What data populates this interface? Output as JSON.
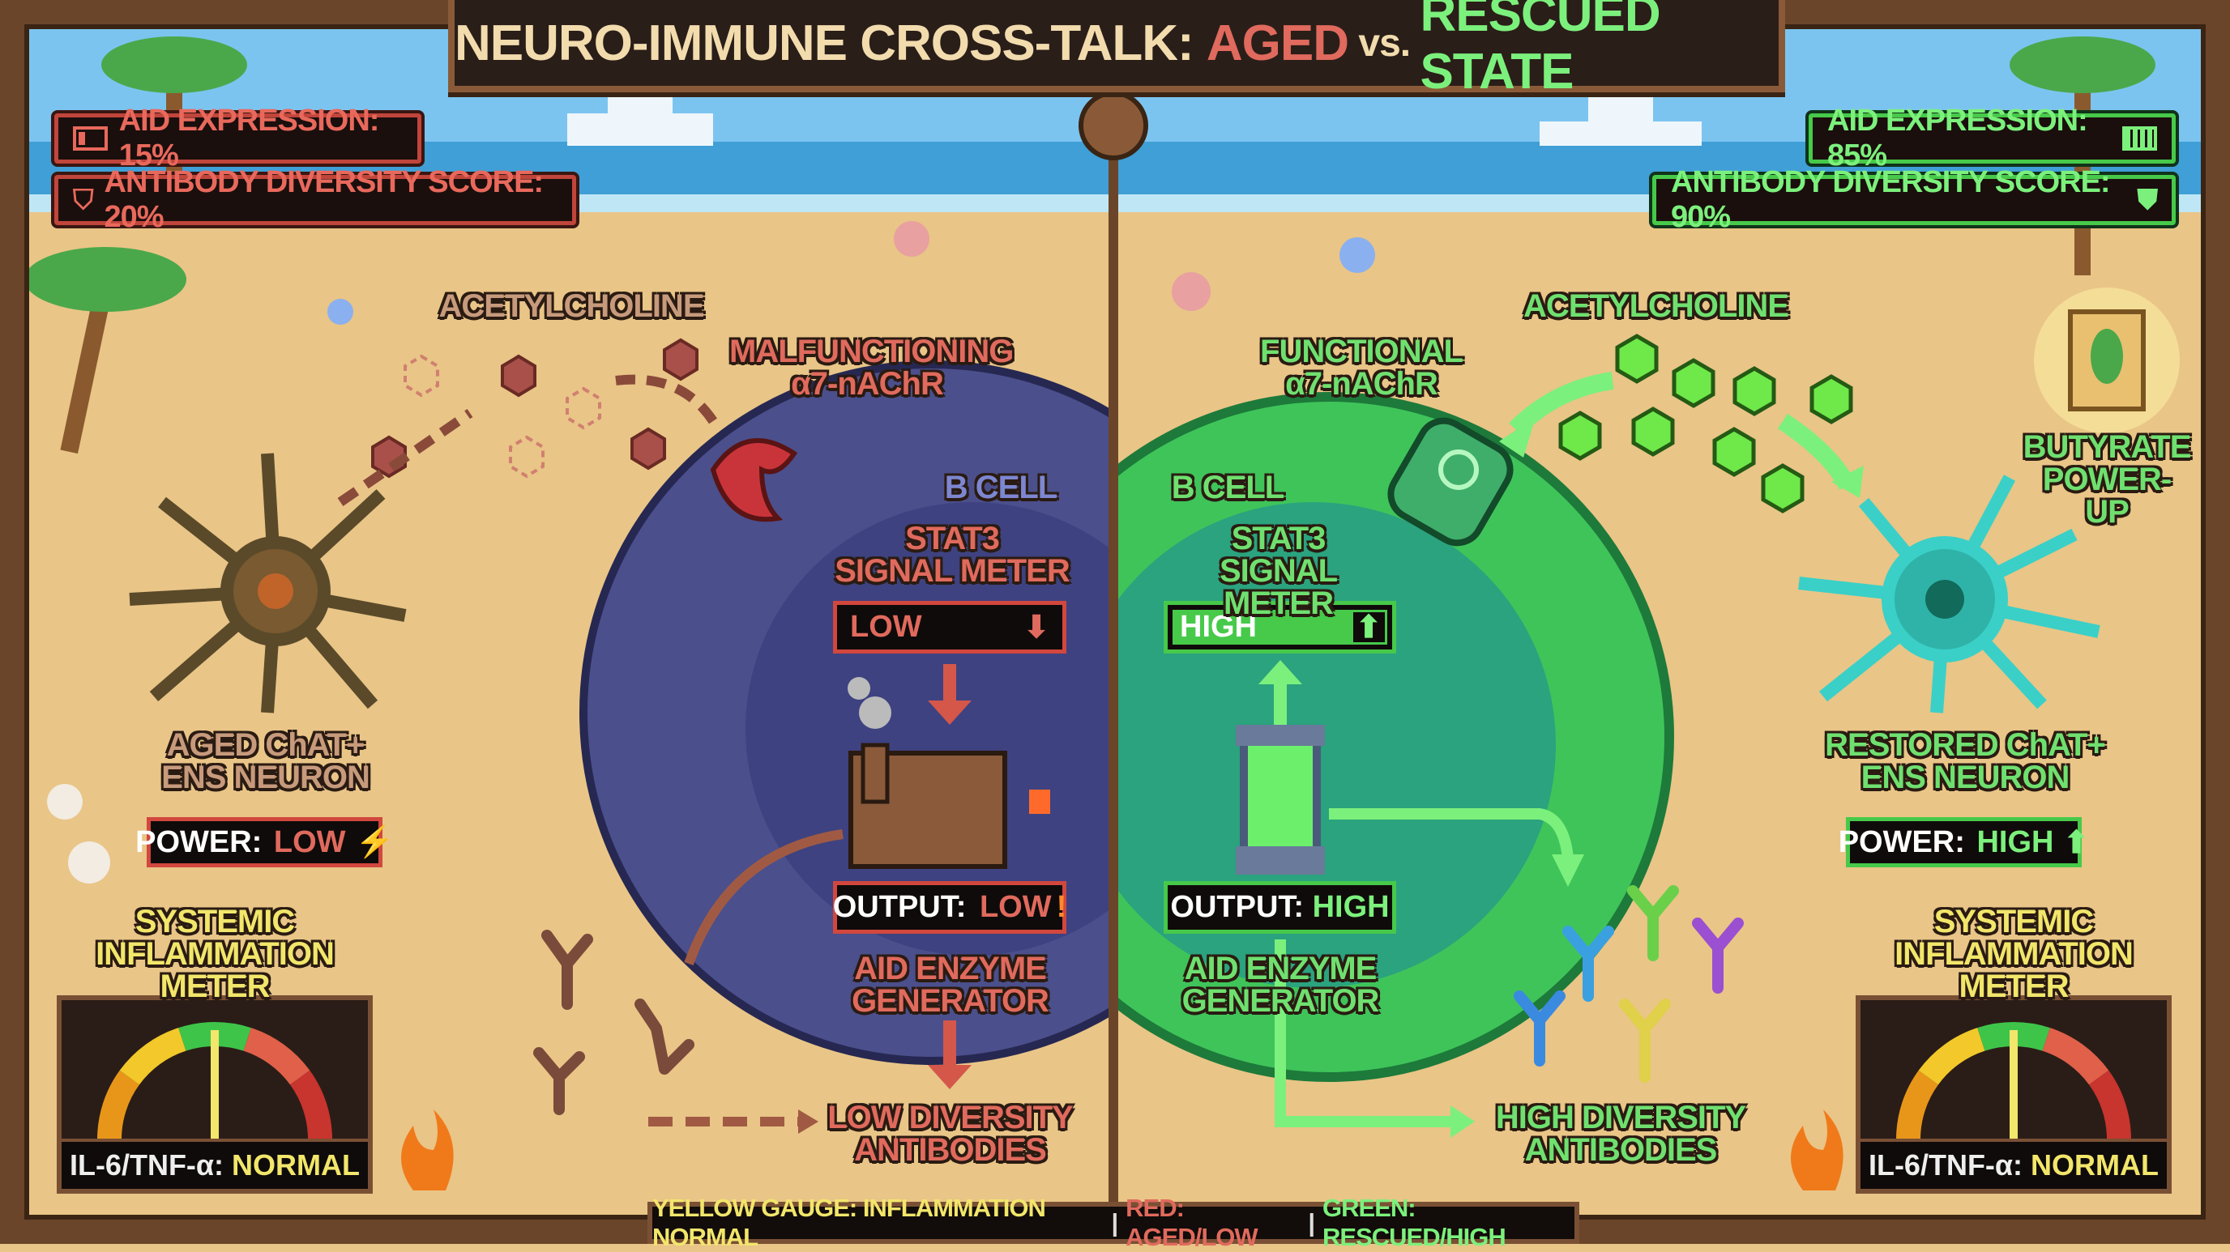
{
  "title": {
    "prefix": "NEURO-IMMUNE CROSS-TALK: ",
    "aged": "AGED",
    "vs": " vs. ",
    "rescued": "RESCUED STATE"
  },
  "colors": {
    "aged": "#e06a5d",
    "rescued": "#7cf07c",
    "gauge_normal": "#f2e66b",
    "sand": "#e9c587",
    "sky": "#7cc4f0",
    "sea": "#3f9fd6"
  },
  "aged": {
    "aid_badge": {
      "icon": "battery-low-icon",
      "text": "AID EXPRESSION: 15%",
      "value_percent": 15
    },
    "diversity_badge": {
      "icon": "shield-broken-icon",
      "text": "ANTIBODY DIVERSITY SCORE: 20%",
      "value_percent": 20
    },
    "acetylcholine": "ACETYLCHOLINE",
    "receptor": [
      "MALFUNCTIONING",
      "α7-nAChR"
    ],
    "b_cell": "B CELL",
    "stat3_label": [
      "STAT3",
      "SIGNAL METER"
    ],
    "stat3_meter": {
      "value": "LOW",
      "icon": "arrow-down-icon",
      "fill_fraction": 0.0
    },
    "output": {
      "label": "OUTPUT: ",
      "value": "LOW",
      "icon": "exclamation-icon"
    },
    "generator": [
      "AID ENZYME",
      "GENERATOR"
    ],
    "antibodies": [
      "LOW DIVERSITY",
      "ANTIBODIES"
    ],
    "neuron": [
      "AGED ChAT+",
      "ENS NEURON"
    ],
    "power": {
      "label": "POWER: ",
      "value": "LOW",
      "icon": "broken-signal-icon"
    },
    "inflammation": {
      "title": [
        "SYSTEMIC",
        "INFLAMMATION METER"
      ],
      "reading_label": "IL-6/TNF-α: ",
      "reading_value": "NORMAL",
      "needle_fraction": 0.5
    }
  },
  "rescued": {
    "aid_badge": {
      "icon": "battery-full-icon",
      "text": "AID EXPRESSION: 85%",
      "value_percent": 85
    },
    "diversity_badge": {
      "icon": "shield-icon",
      "text": "ANTIBODY DIVERSITY SCORE: 90%",
      "value_percent": 90
    },
    "acetylcholine": "ACETYLCHOLINE",
    "receptor": [
      "FUNCTIONAL",
      "α7-nAChR"
    ],
    "b_cell": "B CELL",
    "stat3_label": [
      "STAT3",
      "SIGNAL METER"
    ],
    "stat3_meter": {
      "value": "HIGH",
      "icon": "arrow-up-icon",
      "fill_fraction": 0.85
    },
    "output": {
      "label": "OUTPUT: ",
      "value": "HIGH"
    },
    "generator": [
      "AID ENZYME",
      "GENERATOR"
    ],
    "antibodies": [
      "HIGH DIVERSITY",
      "ANTIBODIES"
    ],
    "neuron": [
      "RESTORED ChAT+",
      "ENS NEURON"
    ],
    "power": {
      "label": "POWER: ",
      "value": "HIGH",
      "icon": "arrow-up-icon"
    },
    "butyrate": [
      "BUTYRATE",
      "POWER-UP"
    ],
    "inflammation": {
      "title": [
        "SYSTEMIC",
        "INFLAMMATION METER"
      ],
      "reading_label": "IL-6/TNF-α: ",
      "reading_value": "NORMAL",
      "needle_fraction": 0.5
    }
  },
  "legend": {
    "yellow": "YELLOW GAUGE: INFLAMMATION NORMAL",
    "sep": "|",
    "red": "RED: AGED/LOW",
    "green": "GREEN: RESCUED/HIGH"
  }
}
